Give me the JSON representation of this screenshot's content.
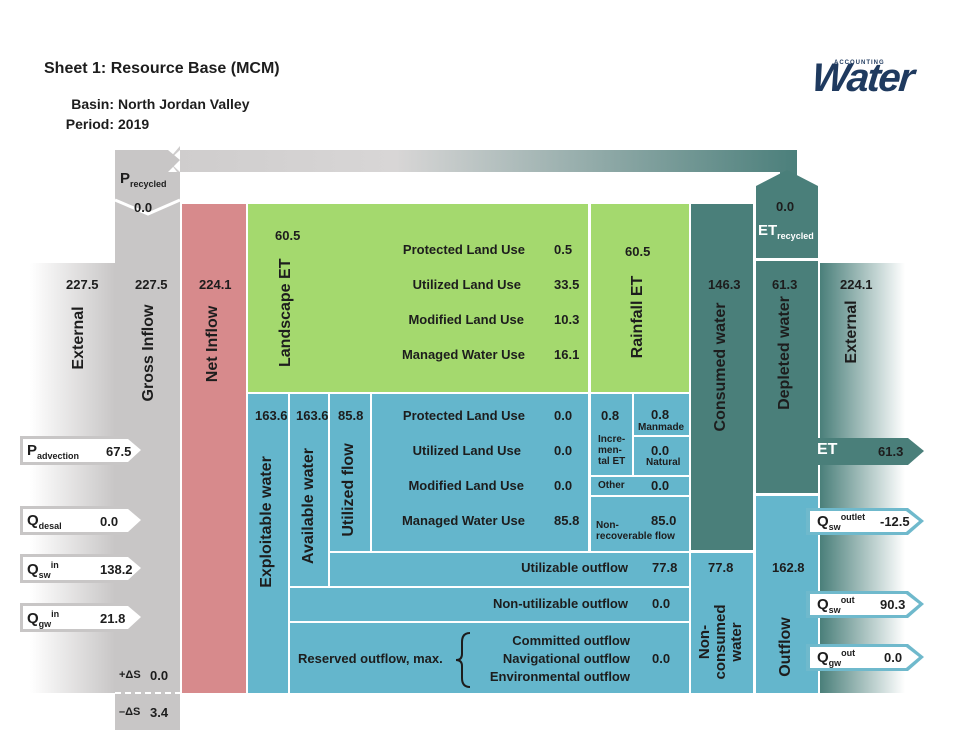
{
  "header": {
    "title": "Sheet 1: Resource Base (MCM)",
    "basin_label": "Basin:",
    "basin": "North Jordan Valley",
    "period_label": "Period:",
    "period": "2019"
  },
  "logo": {
    "text": "Water",
    "small": "ACCOUNTING"
  },
  "colors": {
    "gray": "#c8c6c6",
    "red": "#d78a8c",
    "green": "#a4d96e",
    "blue": "#64b6cc",
    "teal_dark": "#4a7f7a",
    "teal_mid": "#5c9d97"
  },
  "left": {
    "external_label": "External",
    "external_value": "227.5",
    "gross_label": "Gross Inflow",
    "gross_value": "227.5",
    "net_label": "Net Inflow",
    "net_value": "224.1",
    "p_recycled_label": "P",
    "p_recycled_sub": "recycled",
    "p_recycled_value": "0.0",
    "inflows": [
      {
        "main": "P",
        "sub": "advection",
        "sup": "",
        "value": "67.5"
      },
      {
        "main": "Q",
        "sub": "desal",
        "sup": "",
        "value": "0.0"
      },
      {
        "main": "Q",
        "sub": "sw",
        "sup": "in",
        "value": "138.2"
      },
      {
        "main": "Q",
        "sub": "gw",
        "sup": "in",
        "value": "21.8"
      }
    ],
    "storage_plus_label": "+ΔS",
    "storage_plus_value": "0.0",
    "storage_minus_label": "–ΔS",
    "storage_minus_value": "3.4"
  },
  "landscape": {
    "label": "Landscape ET",
    "value": "60.5",
    "rows": [
      {
        "label": "Protected Land Use",
        "value": "0.5"
      },
      {
        "label": "Utilized Land Use",
        "value": "33.5"
      },
      {
        "label": "Modified Land Use",
        "value": "10.3"
      },
      {
        "label": "Managed Water Use",
        "value": "16.1"
      }
    ],
    "rainfall_label": "Rainfall ET",
    "rainfall_value": "60.5"
  },
  "water": {
    "exploitable_label": "Exploitable water",
    "exploitable_value": "163.6",
    "available_label": "Available water",
    "available_value": "163.6",
    "utilized_label": "Utilized flow",
    "utilized_value": "85.8",
    "rows": [
      {
        "label": "Protected Land Use",
        "value": "0.0"
      },
      {
        "label": "Utilized Land Use",
        "value": "0.0"
      },
      {
        "label": "Modified Land Use",
        "value": "0.0"
      },
      {
        "label": "Managed Water Use",
        "value": "85.8"
      }
    ],
    "incremental_value": "0.8",
    "incremental_label": "Incre-\nmen-\ntal ET",
    "manmade_value": "0.8",
    "manmade_label": "Manmade",
    "natural_value": "0.0",
    "natural_label": "Natural",
    "other_label": "Other",
    "other_value": "0.0",
    "nonrecoverable_label": "Non-\nrecoverable flow",
    "nonrecoverable_value": "85.0",
    "utilizable_outflow_label": "Utilizable outflow",
    "utilizable_outflow_value": "77.8",
    "non_utilizable_label": "Non-utilizable outflow",
    "non_utilizable_value": "0.0",
    "reserved_label": "Reserved outflow, max.",
    "reserved_items": [
      "Committed outflow",
      "Navigational outflow",
      "Environmental outflow"
    ],
    "reserved_value": "0.0"
  },
  "right": {
    "consumed_label": "Consumed water",
    "consumed_value": "146.3",
    "depleted_label": "Depleted water",
    "depleted_value": "61.3",
    "et_recycled_label": "ET",
    "et_recycled_sub": "recycled",
    "et_recycled_value": "0.0",
    "external_label": "External",
    "external_value": "224.1",
    "nonconsumed_label": "Non-\nconsumed\nwater",
    "nonconsumed_value": "77.8",
    "outflow_label": "Outflow",
    "outflow_value": "162.8",
    "et_label": "ET",
    "et_value": "61.3",
    "outs": [
      {
        "main": "Q",
        "sub": "sw",
        "sup": "outlet",
        "value": "-12.5"
      },
      {
        "main": "Q",
        "sub": "sw",
        "sup": "out",
        "value": "90.3"
      },
      {
        "main": "Q",
        "sub": "gw",
        "sup": "out",
        "value": "0.0"
      }
    ]
  }
}
